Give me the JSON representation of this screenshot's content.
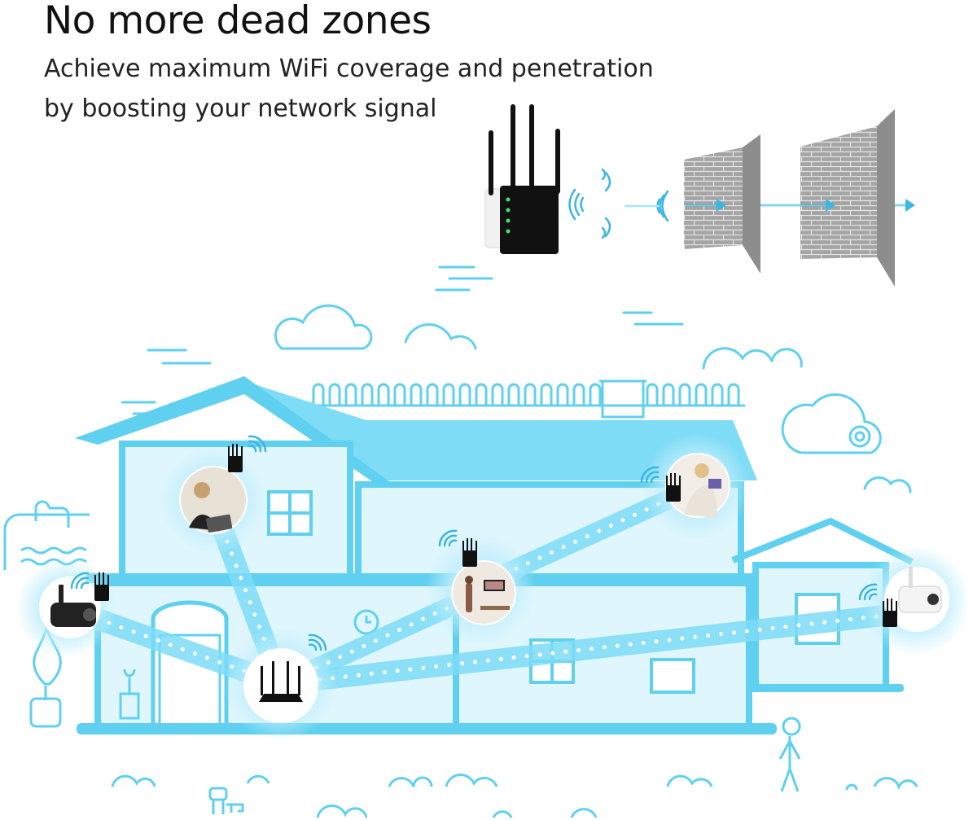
{
  "headline": "No more dead zones",
  "subtitle_line1": "Achieve maximum WiFi coverage and penetration",
  "subtitle_line2": "by boosting your network signal",
  "colors": {
    "line": "#5fd0f0",
    "fill_light": "#dff6fd",
    "beam": "#7ddcf7",
    "device": "#111111",
    "led": "#3fe36a",
    "wall": "#9b9b9b"
  },
  "icons": [
    "wifi-extender-icon",
    "wifi-signal-icon",
    "brick-wall-icon",
    "router-icon",
    "security-camera-icon",
    "house-illustration",
    "cloud-icon",
    "person-icon",
    "dog-icon",
    "tree-icon"
  ]
}
